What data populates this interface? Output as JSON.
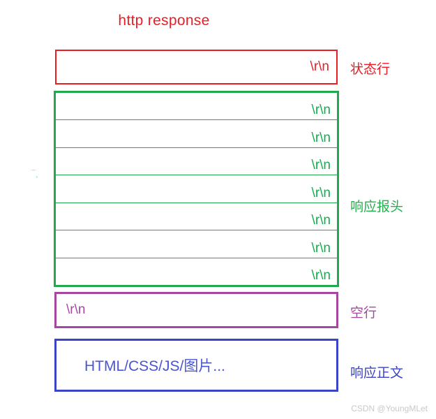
{
  "diagram": {
    "title": "http response",
    "title_color": "#ec1c24",
    "artifact_mark": "¯¸"
  },
  "sections": {
    "status_line": {
      "label": "状态行",
      "crlf": "\\r\\n",
      "color": "#ec1c24"
    },
    "response_headers": {
      "label": "响应报头",
      "color": "#22a84e",
      "rows": [
        {
          "crlf": "\\r\\n"
        },
        {
          "crlf": "\\r\\n"
        },
        {
          "crlf": "\\r\\n"
        },
        {
          "crlf": "\\r\\n"
        },
        {
          "crlf": "\\r\\n"
        },
        {
          "crlf": "\\r\\n"
        },
        {
          "crlf": "\\r\\n"
        }
      ]
    },
    "blank_line": {
      "label": "空行",
      "crlf": "\\r\\n",
      "color": "#a4479f"
    },
    "response_body": {
      "label": "响应正文",
      "content": "HTML/CSS/JS/图片...",
      "color": "#3b43c6"
    }
  },
  "watermark": {
    "text": "CSDN @YoungMLet"
  }
}
